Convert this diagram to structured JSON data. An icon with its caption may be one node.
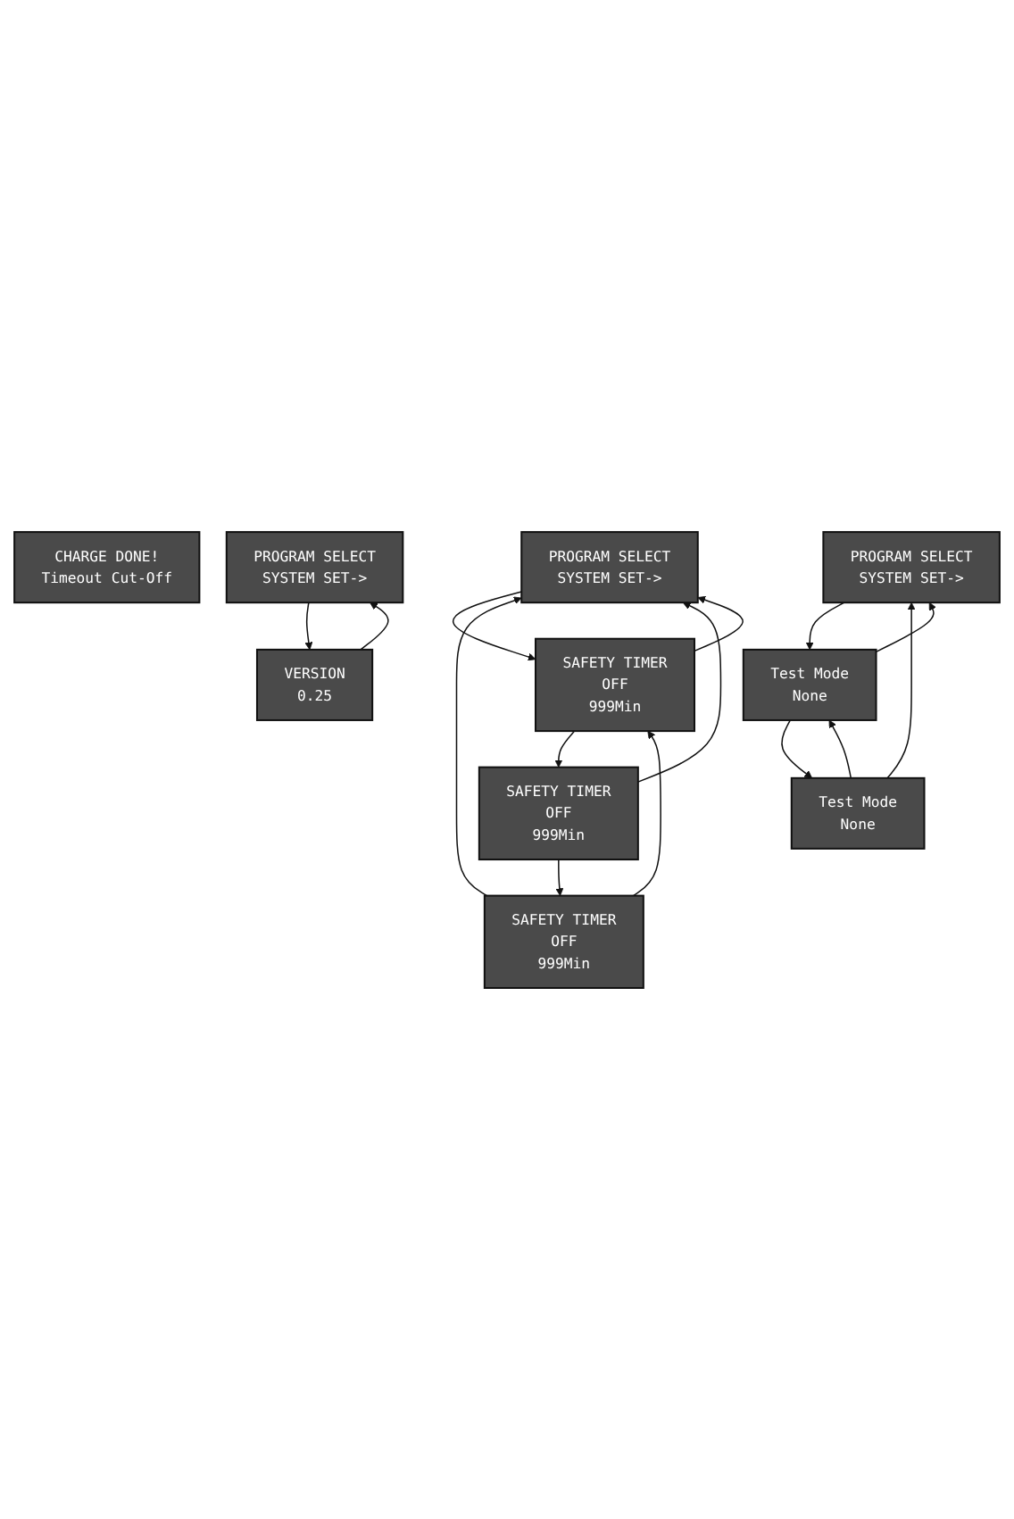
{
  "diagram": {
    "nodes": [
      {
        "text": [
          "CHARGE DONE!",
          "Timeout Cut-Off"
        ]
      },
      {
        "text": [
          "PROGRAM SELECT",
          "SYSTEM SET->"
        ]
      },
      {
        "text": [
          "SAFETY TIMER",
          "OFF",
          "999Min"
        ]
      },
      {
        "text": [
          "SAFETY TIMER",
          "OFF",
          "999Min"
        ]
      },
      {
        "text": [
          "SAFETY TIMER",
          "OFF",
          "999Min"
        ]
      },
      {
        "text": [
          "PROGRAM SELECT",
          "SYSTEM SET->"
        ]
      },
      {
        "text": [
          "VERSION",
          "0.25"
        ]
      },
      {
        "text": [
          "PROGRAM SELECT",
          "SYSTEM SET->"
        ]
      },
      {
        "text": [
          "Test Mode",
          "None"
        ]
      },
      {
        "text": [
          "Test Mode",
          "None"
        ]
      }
    ],
    "edges": [
      {
        "from": 1,
        "to": 2,
        "arrow": "to"
      },
      {
        "from": 2,
        "to": 3,
        "arrow": "to"
      },
      {
        "from": 3,
        "to": 4,
        "arrow": "to"
      },
      {
        "from": 2,
        "to": 1,
        "arrow": "to"
      },
      {
        "from": 3,
        "to": 1,
        "arrow": "to"
      },
      {
        "from": 4,
        "to": 1,
        "arrow": "to"
      },
      {
        "from": 4,
        "to": 2,
        "arrow": "to"
      },
      {
        "from": 6,
        "to": 5,
        "arrow": "to"
      },
      {
        "from": 5,
        "to": 6,
        "arrow": "to"
      },
      {
        "from": 7,
        "to": 8,
        "arrow": "to"
      },
      {
        "from": 8,
        "to": 9,
        "arrow": "to"
      },
      {
        "from": 8,
        "to": 7,
        "arrow": "to"
      },
      {
        "from": 9,
        "to": 7,
        "arrow": "to"
      },
      {
        "from": 9,
        "to": 8,
        "arrow": "to"
      }
    ]
  }
}
